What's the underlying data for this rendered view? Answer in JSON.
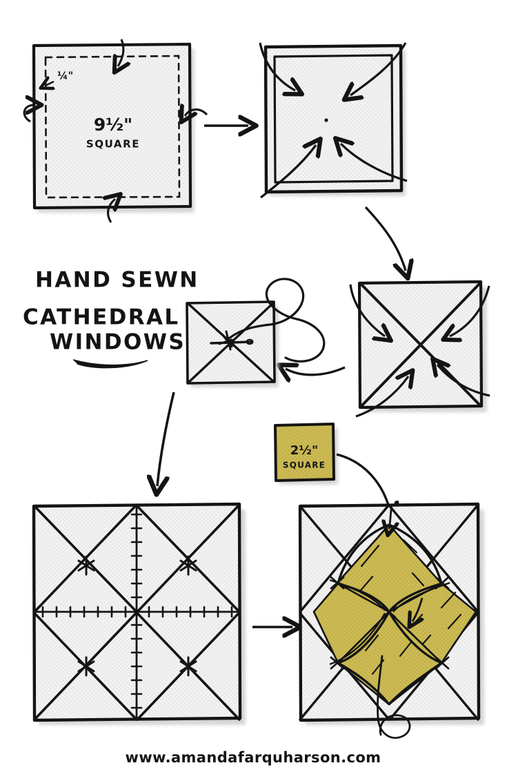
{
  "document": {
    "kind": "hand-drawn sewing tutorial illustration",
    "title_lines": [
      "HAND SEWN",
      "CATHEDRAL",
      "WINDOWS"
    ],
    "footer_url": "www.amandafarquharson.com",
    "background_color": "#ffffff",
    "ink_color": "#141414",
    "white_fabric_color": "#f0f0f0",
    "gold_fabric_color": "#ccbb55",
    "gold_fabric_shade": "#b8a63f",
    "shadow_color": "#cfcfcf"
  },
  "labels": {
    "seam_allowance": "¼\"",
    "big_square_size": "9½\"",
    "big_square_word": "SQUARE",
    "small_square_size": "2½\"",
    "small_square_word": "SQUARE"
  },
  "steps": [
    {
      "id": "step-1-cut-and-hem",
      "name": "Cut and press the background square",
      "caption_size": "9½\"",
      "caption_word": "SQUARE",
      "seam_note": "¼\"",
      "fabric": "white",
      "features": [
        "dashed pressing line",
        "four fold-over arrows",
        "seam allowance callout"
      ]
    },
    {
      "id": "step-2-fold-corners-in",
      "name": "Fold the four corners to the centre",
      "fabric": "white",
      "features": [
        "pressed hem border",
        "centre dot",
        "four curved corner arrows"
      ]
    },
    {
      "id": "step-3-fold-corners-again",
      "name": "Fold the new corners to the centre again",
      "fabric": "white",
      "features": [
        "X fold lines",
        "four curved corner arrows"
      ]
    },
    {
      "id": "step-4-tack-centre",
      "name": "Tack the centre point with needle and thread",
      "fabric": "white",
      "features": [
        "X fold lines",
        "needle",
        "looping thread",
        "centre stitch"
      ]
    },
    {
      "id": "step-5-join-units",
      "name": "Whipstitch four folded units together",
      "fabric": "white",
      "features": [
        "2x2 grid of units",
        "whipstitched seams",
        "star tack at each centre"
      ]
    },
    {
      "id": "step-6-add-windows",
      "name": "Add the accent squares and roll the edges over",
      "caption_size": "2½\"",
      "caption_word": "SQUARE",
      "fabric": "white with gold accents",
      "accent_count": 4,
      "features": [
        "gold squares on seams",
        "rolled curved edges",
        "whipstitch along curves",
        "needle and thread"
      ]
    }
  ],
  "flow_arrows": [
    {
      "id": "arrow-step1-to-step2",
      "from": "step-1-cut-and-hem",
      "to": "step-2-fold-corners-in",
      "shape": "straight"
    },
    {
      "id": "arrow-step2-to-step3",
      "from": "step-2-fold-corners-in",
      "to": "step-3-fold-corners-again",
      "shape": "curved"
    },
    {
      "id": "arrow-step3-to-step4",
      "from": "step-3-fold-corners-again",
      "to": "step-4-tack-centre",
      "shape": "curved"
    },
    {
      "id": "arrow-step4-to-step5",
      "from": "step-4-tack-centre",
      "to": "step-5-join-units",
      "shape": "curved"
    },
    {
      "id": "arrow-step5-to-step6",
      "from": "step-5-join-units",
      "to": "step-6-add-windows",
      "shape": "straight"
    },
    {
      "id": "arrow-accent-to-step6",
      "from": "accent-square",
      "to": "step-6-add-windows",
      "shape": "curved"
    }
  ]
}
